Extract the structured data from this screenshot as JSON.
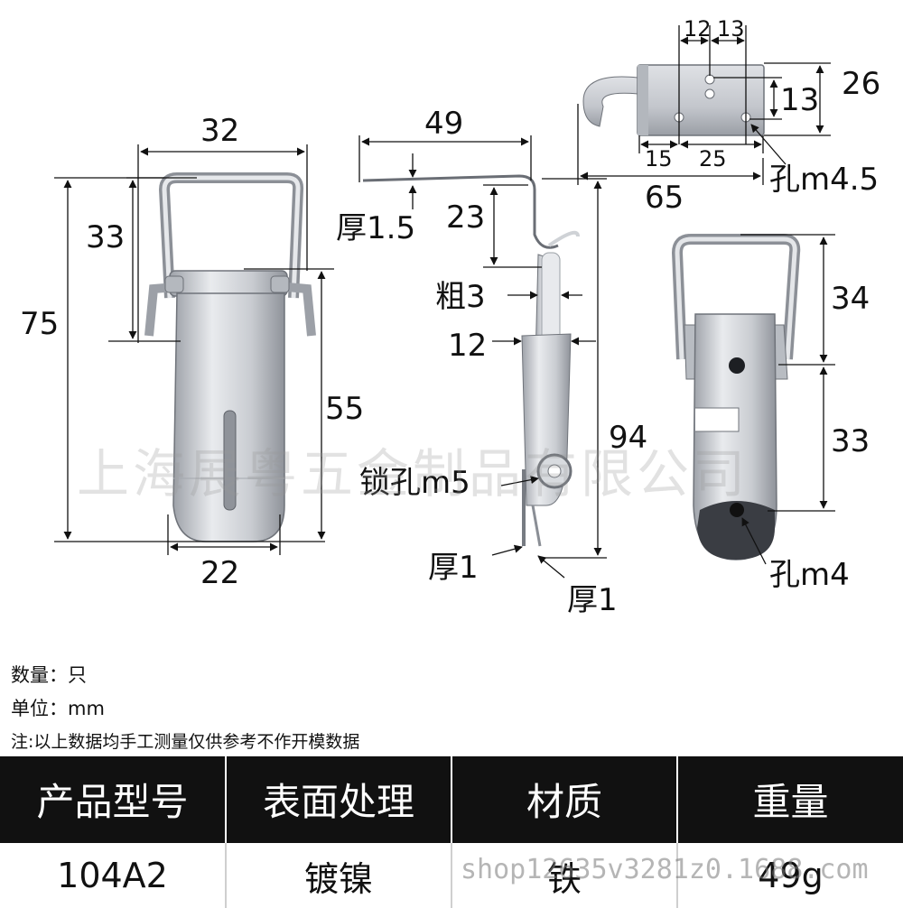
{
  "dimensions": {
    "front_width": "32",
    "front_loop_height": "33",
    "front_total_height": "75",
    "front_plate_height": "55",
    "front_bottom_width": "22",
    "side_length": "49",
    "side_thickness_1": "厚1.5",
    "side_offset": "23",
    "side_wire": "粗3",
    "side_gap": "12",
    "side_total": "94",
    "side_lock_hole": "锁孔m5",
    "side_thickness_2": "厚1",
    "side_thickness_3": "厚1",
    "top_12": "12",
    "top_13a": "13",
    "top_26": "26",
    "top_13b": "13",
    "top_15": "15",
    "top_25": "25",
    "top_65": "65",
    "top_hole": "孔m4.5",
    "back_34": "34",
    "back_33": "33",
    "back_hole": "孔m4"
  },
  "watermark": "上海展粤五金制品有限公司",
  "notes": {
    "quantity": "数量：只",
    "unit": "单位：mm",
    "disclaimer": "注:以上数据均手工测量仅供参考不作开模数据"
  },
  "table": {
    "headers": [
      "产品型号",
      "表面处理",
      "材质",
      "重量"
    ],
    "row": [
      "104A2",
      "镀镍",
      "铁",
      "49g"
    ]
  },
  "shop_watermark": "shop12635v3281z0.1688.com",
  "colors": {
    "metal_light": "#e4e6ea",
    "metal_mid": "#b9bdc4",
    "metal_dark": "#7d8189",
    "header_bg": "#111111"
  }
}
